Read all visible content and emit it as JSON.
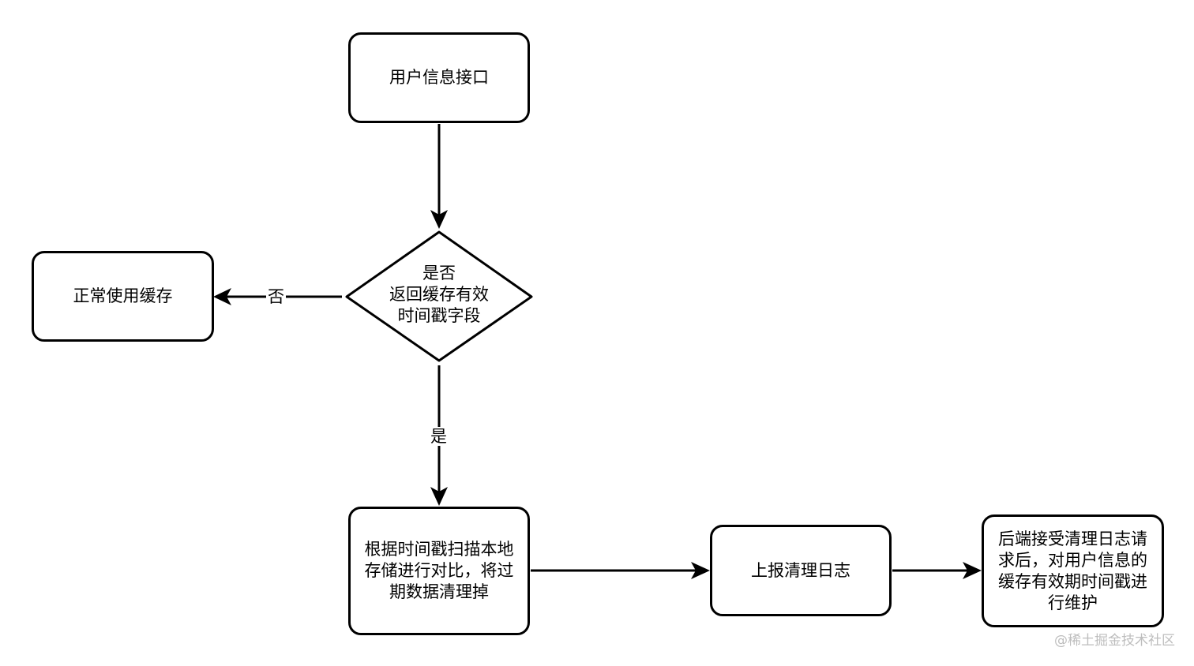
{
  "diagram": {
    "nodes": {
      "api": {
        "lines": [
          "用户信息接口"
        ]
      },
      "decision": {
        "lines": [
          "是否",
          "返回缓存有效",
          "时间戳字段"
        ]
      },
      "normal": {
        "lines": [
          "正常使用缓存"
        ]
      },
      "clean": {
        "lines": [
          "根据时间戳扫描本地",
          "存储进行对比，将过",
          "期数据清理掉"
        ]
      },
      "report": {
        "lines": [
          "上报清理日志"
        ]
      },
      "backend": {
        "lines": [
          "后端接受清理日志请",
          "求后，对用户信息的",
          "缓存有效期时间戳进",
          "行维护"
        ]
      }
    },
    "edges": {
      "no_label": "否",
      "yes_label": "是"
    }
  },
  "watermark": "@稀土掘金技术社区"
}
